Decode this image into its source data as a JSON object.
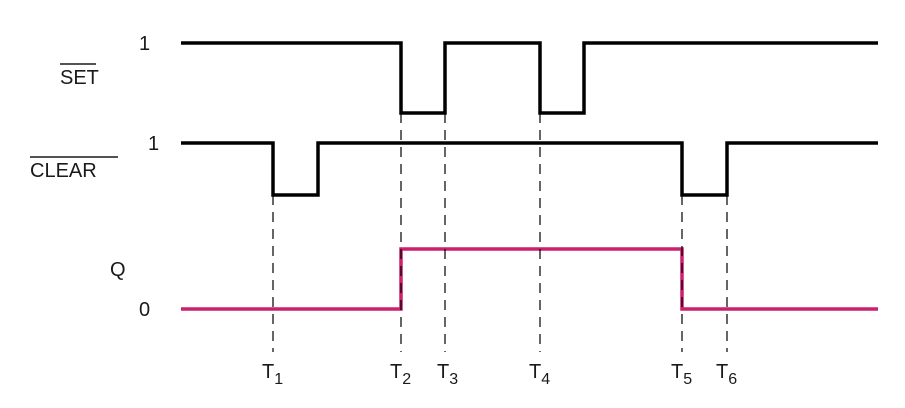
{
  "signals": [
    {
      "id": "set",
      "label": "SET",
      "active_low": true,
      "level_label": "1",
      "transitions": [
        {
          "at": "T2",
          "to": "low"
        },
        {
          "at": "T3",
          "to": "high"
        },
        {
          "at": "T4",
          "to": "low"
        },
        {
          "at": "T4b",
          "to": "high"
        }
      ]
    },
    {
      "id": "clear",
      "label": "CLEAR",
      "active_low": true,
      "level_label": "1",
      "transitions": [
        {
          "at": "T1",
          "to": "low"
        },
        {
          "at": "T1b",
          "to": "high"
        },
        {
          "at": "T5",
          "to": "low"
        },
        {
          "at": "T6",
          "to": "high"
        }
      ]
    },
    {
      "id": "q",
      "label": "Q",
      "level_label": "0",
      "color": "#cc1f6e",
      "transitions": [
        {
          "at": "T2",
          "to": "high"
        },
        {
          "at": "T5",
          "to": "low"
        }
      ]
    }
  ],
  "time_markers": [
    {
      "id": "T1",
      "letter": "T",
      "sub": "1"
    },
    {
      "id": "T2",
      "letter": "T",
      "sub": "2"
    },
    {
      "id": "T3",
      "letter": "T",
      "sub": "3"
    },
    {
      "id": "T4",
      "letter": "T",
      "sub": "4"
    },
    {
      "id": "T5",
      "letter": "T",
      "sub": "5"
    },
    {
      "id": "T6",
      "letter": "T",
      "sub": "6"
    }
  ],
  "colors": {
    "signal": "#000000",
    "output": "#cc1f6e",
    "guide": "#000000"
  }
}
